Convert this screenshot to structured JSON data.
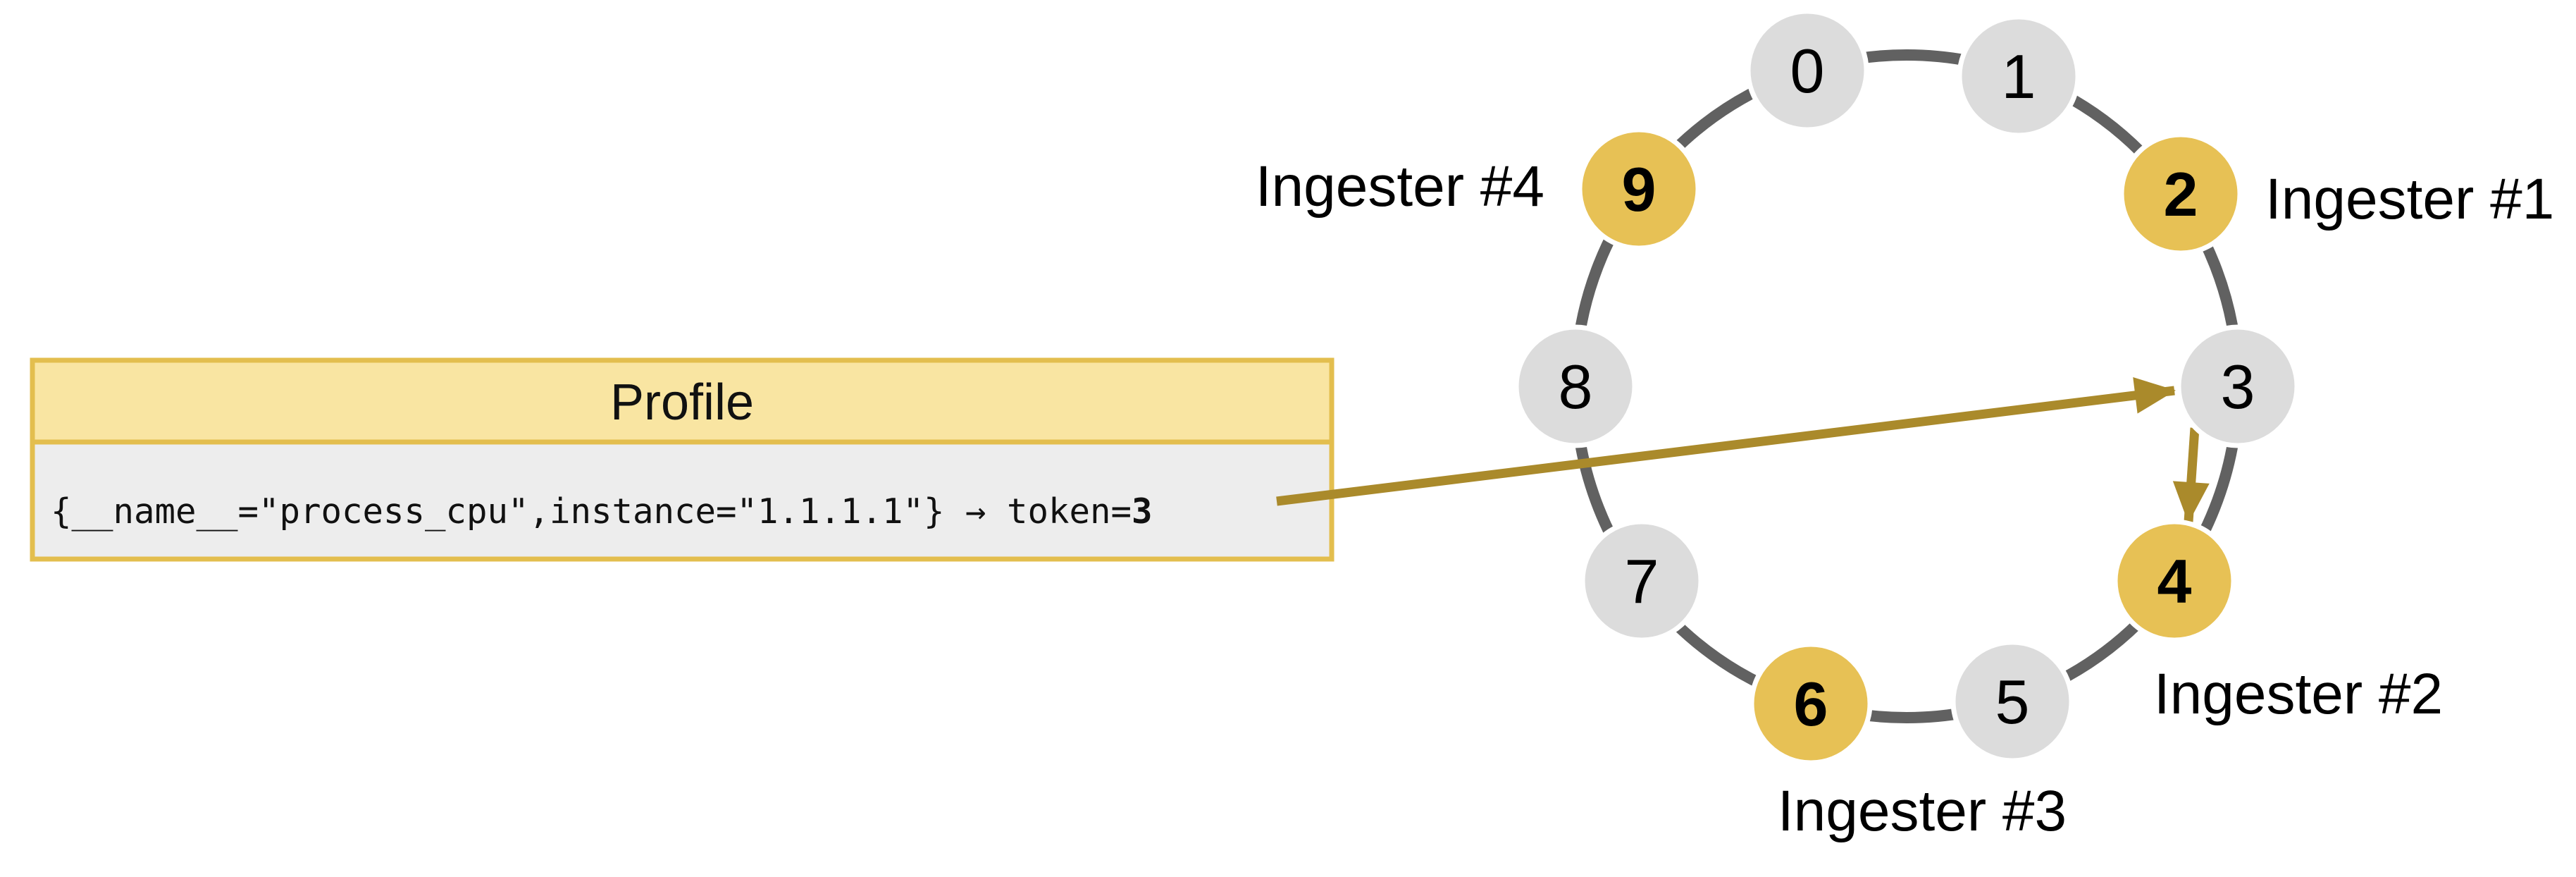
{
  "diagram": {
    "profile_card": {
      "title": "Profile",
      "series_text": "{__name__=\"process_cpu\",instance=\"1.1.1.1\"} → token=",
      "token_value": "3"
    },
    "ring": {
      "nodes": [
        {
          "label": "0",
          "highlighted": false
        },
        {
          "label": "1",
          "highlighted": false
        },
        {
          "label": "2",
          "highlighted": true
        },
        {
          "label": "3",
          "highlighted": false
        },
        {
          "label": "4",
          "highlighted": true
        },
        {
          "label": "5",
          "highlighted": false
        },
        {
          "label": "6",
          "highlighted": true
        },
        {
          "label": "7",
          "highlighted": false
        },
        {
          "label": "8",
          "highlighted": false
        },
        {
          "label": "9",
          "highlighted": true
        }
      ],
      "ingester_labels": [
        {
          "label": "Ingester #1",
          "token": "2"
        },
        {
          "label": "Ingester #2",
          "token": "4"
        },
        {
          "label": "Ingester #3",
          "token": "6"
        },
        {
          "label": "Ingester #4",
          "token": "9"
        }
      ]
    },
    "arrows": [
      {
        "name": "profile-to-token3",
        "from": "Profile series",
        "to": "token 3"
      },
      {
        "name": "token3-to-token4",
        "from": "token 3",
        "to": "token 4"
      }
    ],
    "colors": {
      "highlight_node": "#e7c155",
      "default_node": "#dcdcdc",
      "ring_stroke": "#616161",
      "arrow": "#aa8a2b",
      "card_header_fill": "#f9e5a2",
      "card_border": "#e3be4e",
      "card_body_fill": "#ededed",
      "text": "#000000"
    }
  }
}
